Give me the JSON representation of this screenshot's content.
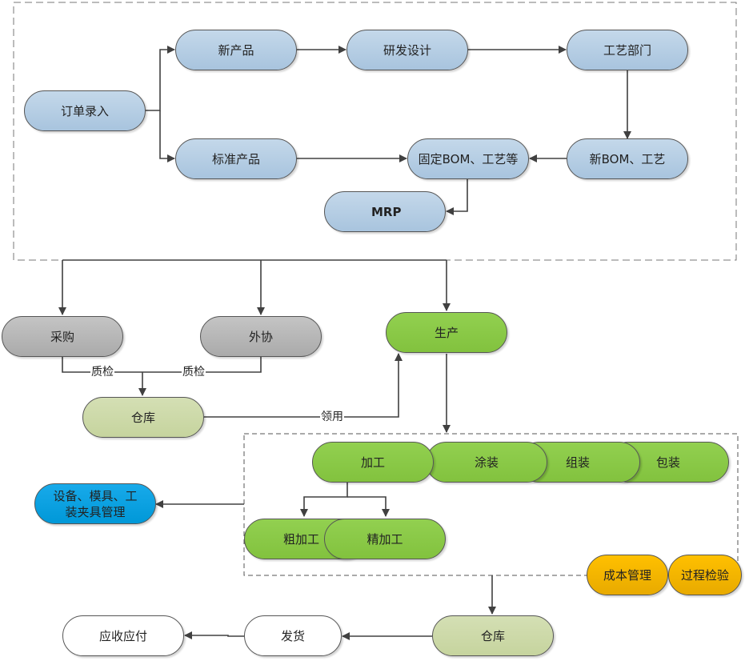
{
  "diagram": {
    "title": "",
    "nodes": {
      "order_entry": "订单录入",
      "new_product": "新产品",
      "rd_design": "研发设计",
      "process_dept": "工艺部门",
      "standard_product": "标准产品",
      "fixed_bom": "固定BOM、工艺等",
      "new_bom": "新BOM、工艺",
      "mrp": "MRP",
      "purchase": "采购",
      "outsourcing": "外协",
      "production": "生产",
      "warehouse_in": "仓库",
      "machining": "加工",
      "painting": "涂装",
      "assembly": "组装",
      "packaging": "包装",
      "rough_machining": "粗加工",
      "finish_machining": "精加工",
      "equipment_mgmt": "设备、模具、工装夹具管理",
      "cost_mgmt": "成本管理",
      "process_inspection": "过程检验",
      "warehouse_out": "仓库",
      "shipping": "发货",
      "ar_ap": "应收应付"
    },
    "edge_labels": {
      "qc_purchase": "质检",
      "qc_outsourcing": "质检",
      "requisition": "领用"
    },
    "colors": {
      "planning": "#b4cde4",
      "procurement": "#b8b8b8",
      "production": "#8ac947",
      "warehouse": "#cdd9a9",
      "equipment": "#0aa1e1",
      "management": "#f5b400",
      "finance": "#ffffff",
      "line": "#404040"
    }
  }
}
